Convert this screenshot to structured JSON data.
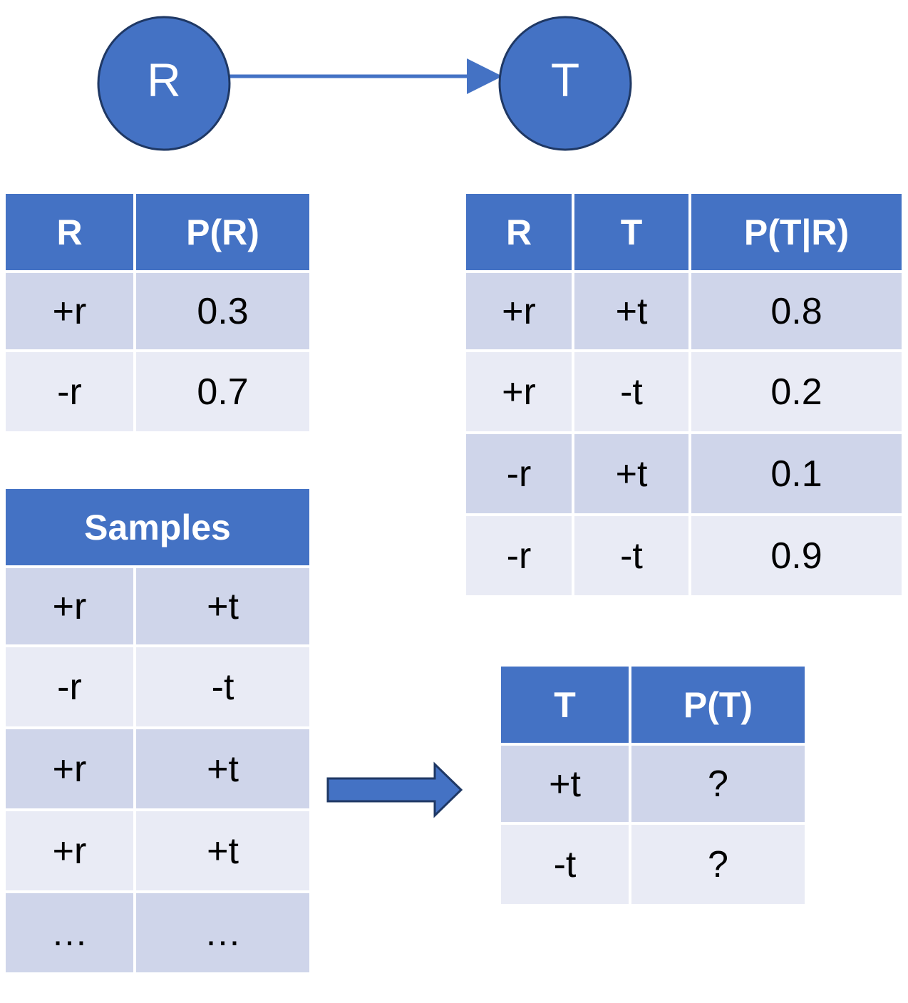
{
  "colors": {
    "accent": "#4472c4",
    "node_stroke": "#1f3864",
    "row_dark": "#cfd5ea",
    "row_light": "#e9ebf5"
  },
  "network": {
    "nodes": [
      "R",
      "T"
    ]
  },
  "table_pr": {
    "headers": [
      "R",
      "P(R)"
    ],
    "rows": [
      [
        "+r",
        "0.3"
      ],
      [
        "-r",
        "0.7"
      ]
    ]
  },
  "table_ptr": {
    "headers": [
      "R",
      "T",
      "P(T|R)"
    ],
    "rows": [
      [
        "+r",
        "+t",
        "0.8"
      ],
      [
        "+r",
        "-t",
        "0.2"
      ],
      [
        "-r",
        "+t",
        "0.1"
      ],
      [
        "-r",
        "-t",
        "0.9"
      ]
    ]
  },
  "samples": {
    "title": "Samples",
    "rows": [
      [
        "+r",
        "+t"
      ],
      [
        "-r",
        "-t"
      ],
      [
        "+r",
        "+t"
      ],
      [
        "+r",
        "+t"
      ],
      [
        "…",
        "…"
      ]
    ]
  },
  "table_pt": {
    "headers": [
      "T",
      "P(T)"
    ],
    "rows": [
      [
        "+t",
        "?"
      ],
      [
        "-t",
        "?"
      ]
    ]
  }
}
